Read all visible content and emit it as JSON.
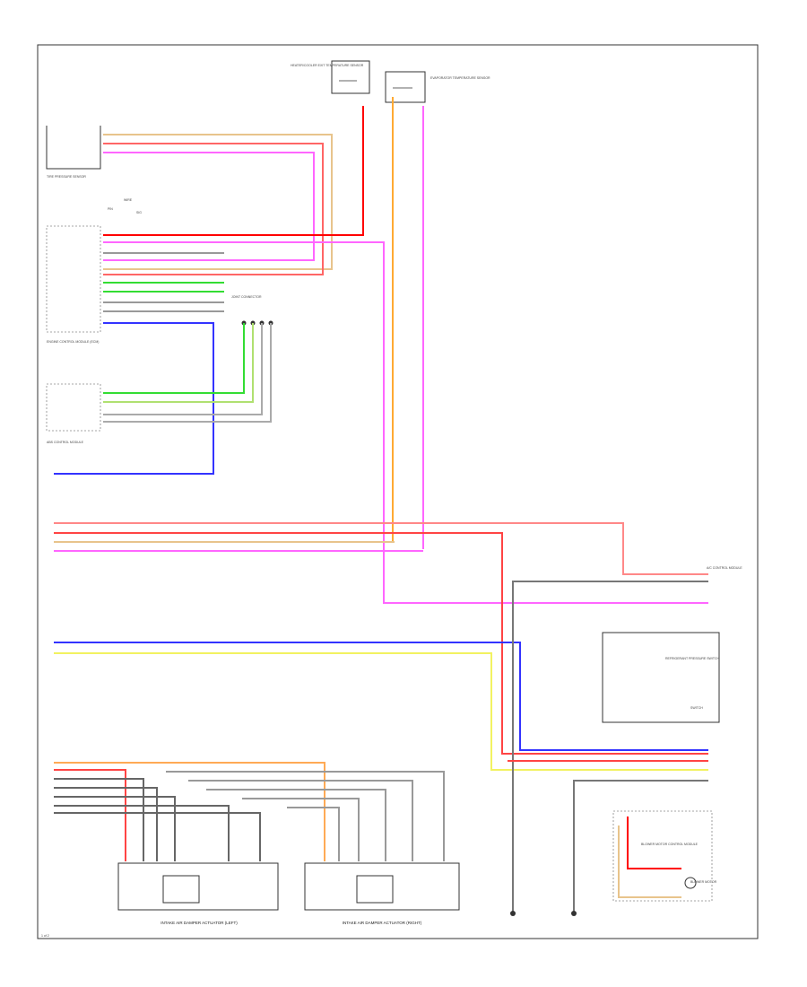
{
  "components": {
    "tire_pressure_sensor": "TIRE PRESSURE SENSOR",
    "engine_control_module": "ENGINE CONTROL MODULE (ECM)",
    "abs_control_module": "ABS CONTROL MODULE",
    "heater_cooler": "HEATER/COOLER EXIT TEMPERATURE SENSOR",
    "evaporator": "EVAPORATOR TEMPERATURE SENSOR",
    "joint_connector": "JOINT CONNECTOR",
    "ac_control_module": "A/C CONTROL MODULE",
    "pressure_switch": "REFRIGERANT PRESSURE SWITCH",
    "blower_control": "BLOWER MOTOR CONTROL MODULE",
    "blower_motor": "BLOWER MOTOR",
    "damper_left": "INTAKE AIR DAMPER ACTUATOR (LEFT)",
    "damper_right": "INTAKE AIR DAMPER ACTUATOR (RIGHT)"
  },
  "wire_colors": {
    "red": "#ff0000",
    "pink": "#ff66ff",
    "tan": "#e8c48c",
    "orange": "#ffaa33",
    "green": "#33dd33",
    "yellow": "#f2f260",
    "blue": "#3333ff",
    "gray": "#777777",
    "dkgray": "#333333",
    "brown": "#aa6633",
    "white": "#bbbbbb"
  },
  "page_marker": "1 of 2",
  "columns": {
    "a": "PIN",
    "b": "WIRE",
    "c": "SIGNAL"
  }
}
